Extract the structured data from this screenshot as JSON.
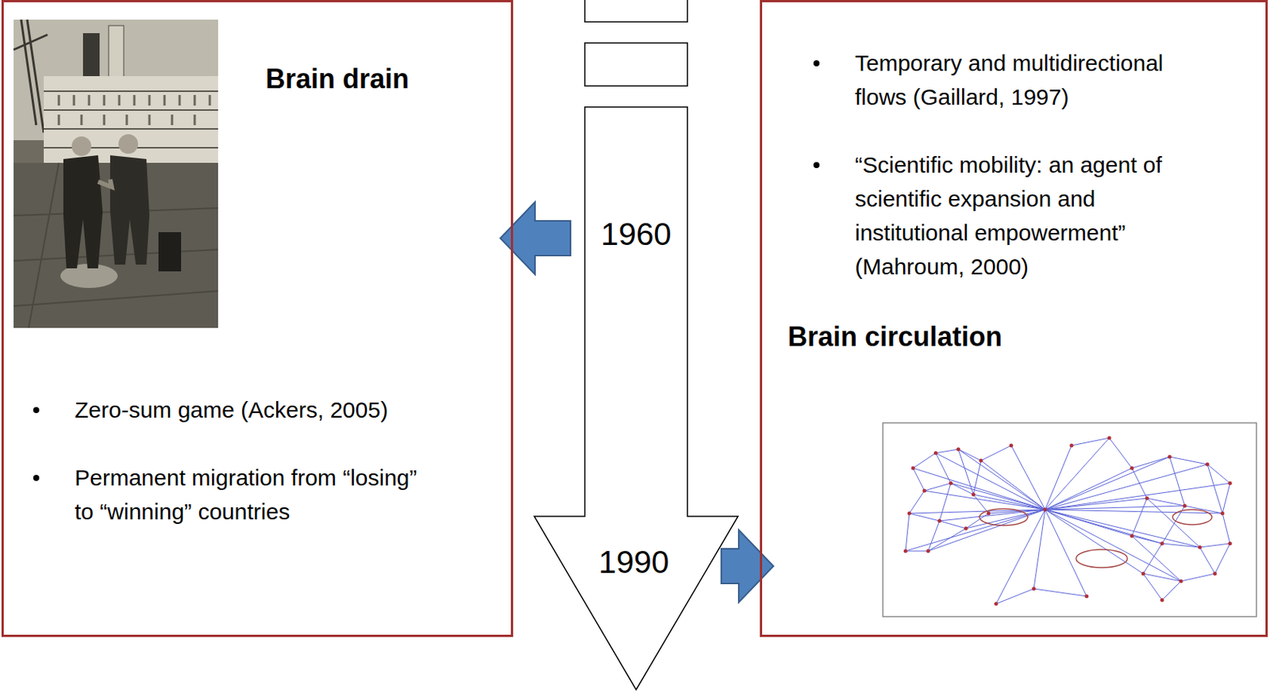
{
  "diagram": {
    "nodes": [
      {
        "text": [
          "Brain drain",
          "Zero-sum game (Ackers, 2005)",
          "Permanent migration from “losing” to “winning” countries"
        ]
      },
      {
        "text": [
          "1960",
          "1990"
        ]
      },
      {
        "text": [
          "Temporary and multidirectional flows (Gaillard, 1997)",
          "“Scientific mobility: an agent of scientific expansion and institutional empowerment” (Mahroum, 2000)",
          "Brain circulation"
        ]
      }
    ],
    "edges": [
      {
        "from": 1,
        "to": 0,
        "arrow": "to"
      },
      {
        "from": 1,
        "to": 2,
        "arrow": "to"
      }
    ]
  }
}
